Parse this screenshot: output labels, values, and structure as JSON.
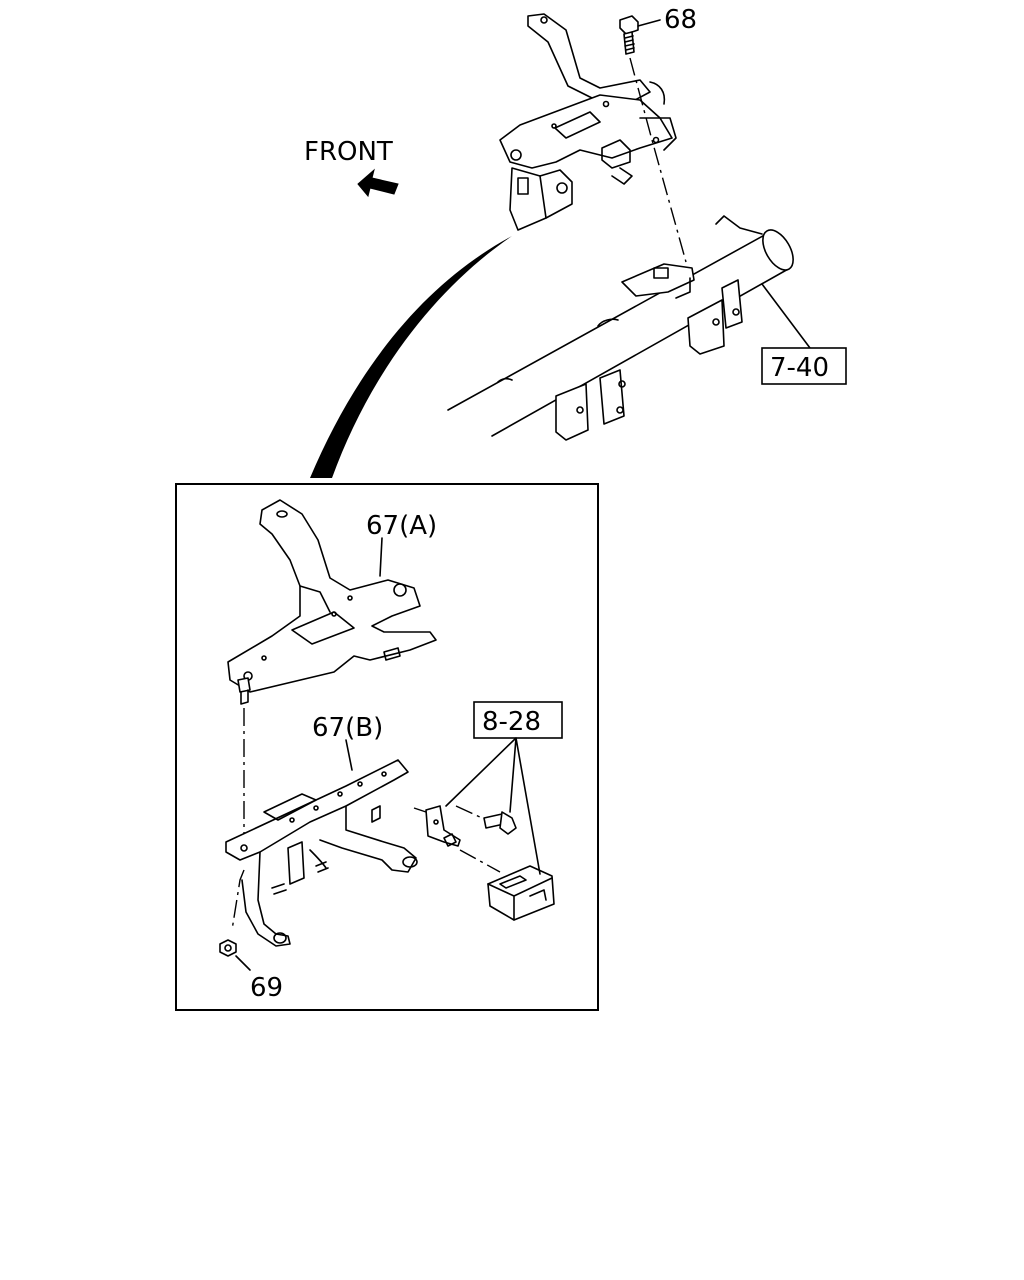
{
  "diagram": {
    "direction_label": "FRONT",
    "callouts": {
      "bolt_top": "68",
      "bracket_a": "67(A)",
      "bracket_b": "67(B)",
      "nut": "69",
      "ref_beam": "7-40",
      "ref_unit": "8-28"
    }
  }
}
